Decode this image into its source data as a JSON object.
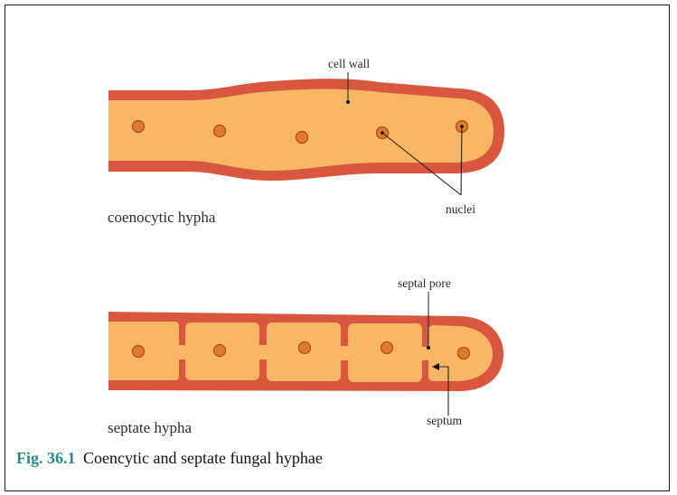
{
  "labels": {
    "cell_wall": "cell wall",
    "nuclei": "nuclei",
    "coenocytic": "coenocytic hypha",
    "septal_pore": "septal pore",
    "septum": "septum",
    "septate": "septate hypha"
  },
  "caption": {
    "fig_number": "Fig. 36.1",
    "text": "Coencytic and septate fungal hyphae"
  },
  "colors": {
    "wall": "#d9573f",
    "cytoplasm": "#f9b664",
    "nucleus_fill": "#e07a2e",
    "nucleus_stroke": "#b04a22",
    "fig_accent": "#2a8a8a"
  }
}
